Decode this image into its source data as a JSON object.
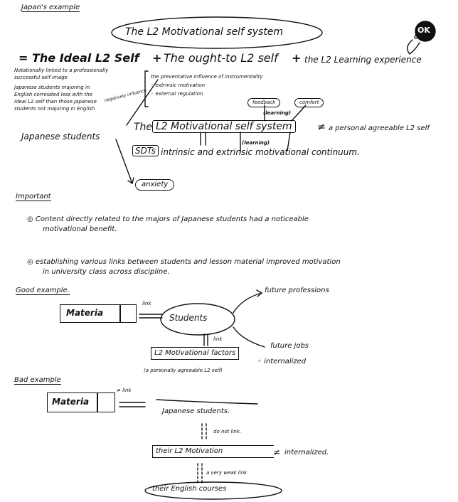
{
  "header": {
    "label": "Japan's example",
    "title": "The L2 Motivational self system",
    "badge": "OK"
  },
  "formula": {
    "lead": "= The Ideal L2 Self",
    "plus1": "+",
    "ought": "The ought-to L2 self",
    "plus2": "+",
    "experience": "the L2 Learning experience"
  },
  "left_notes": [
    "Notationally linked to a professionally",
    "successful self image",
    "Japanese students majoring in",
    "English correlated less with the",
    "ideal L2 self than those Japanese",
    "students not majoring in English"
  ],
  "negatively_label": "negatively influence",
  "ought_list": [
    "the preventative influence of instrumentality",
    "extrinsic motivation",
    "external regulation"
  ],
  "feedback_tags": [
    "feedback",
    "comfort"
  ],
  "learning_tag": "(learning)",
  "learning_tag2": "(learning)",
  "system_line": {
    "prefix": "The",
    "boxed": "L2 Motivational self system",
    "neq": "≠",
    "suffix": "a personal agreeable L2 self"
  },
  "japanese_students": "Japanese students",
  "sdt": {
    "boxed": "SDTs",
    "text": "intrinsic and extrinsic motivational continuum."
  },
  "anxiety": "anxiety",
  "important": {
    "heading": "Important",
    "points": [
      {
        "line1": "Content directly related to the majors of Japanese students had a noticeable",
        "line2": "motivational benefit."
      },
      {
        "line1": "establishing various links between students and lesson material improved motivation",
        "line2": "in university class across discipline."
      }
    ]
  },
  "good_example": {
    "heading": "Good example.",
    "material": "Materia",
    "link": "link",
    "students": "Students",
    "future_professions": "future professions",
    "future_jobs": "future jobs",
    "internalized": "internalized",
    "link2": "link",
    "factors": "L2 Motivational factors",
    "factors_note": "(a personally agreeable L2 self)"
  },
  "bad_example": {
    "heading": "Bad example",
    "material": "Materia",
    "neq_link": "≠ link",
    "students": "Japanese students.",
    "do_not_link": "do not link.",
    "motivation": "their L2 Motivation",
    "neq": "≠",
    "internalized": "internalized.",
    "weak_link": "a very weak link",
    "courses": "their English courses"
  }
}
